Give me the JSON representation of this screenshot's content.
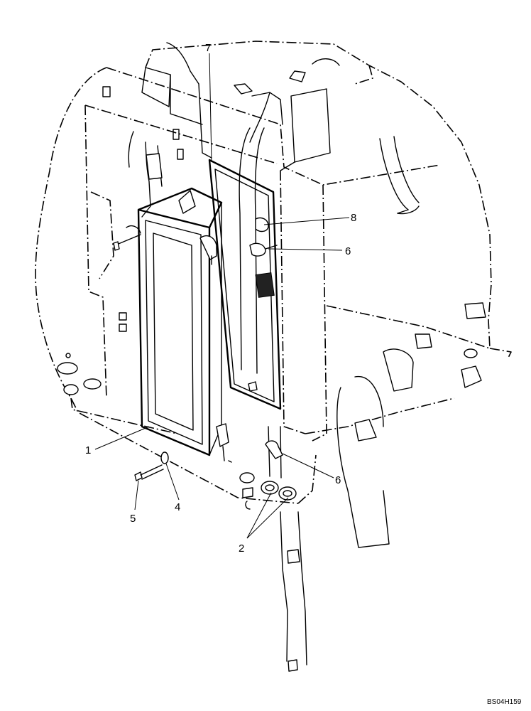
{
  "diagram": {
    "reference_code": "BS04H159",
    "callouts": [
      {
        "id": "callout-1",
        "text": "1"
      },
      {
        "id": "callout-2",
        "text": "2"
      },
      {
        "id": "callout-4",
        "text": "4"
      },
      {
        "id": "callout-5",
        "text": "5"
      },
      {
        "id": "callout-6-upper",
        "text": "6"
      },
      {
        "id": "callout-6-lower",
        "text": "6"
      },
      {
        "id": "callout-7",
        "text": "7"
      },
      {
        "id": "callout-8",
        "text": "8"
      }
    ]
  }
}
